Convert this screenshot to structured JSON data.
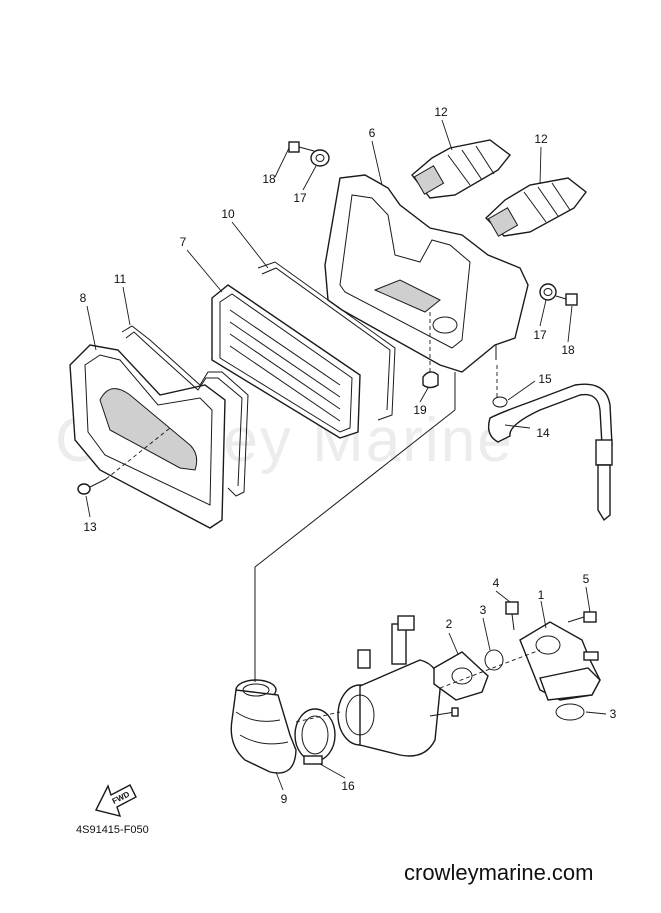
{
  "watermark": "Crowley Marine",
  "diagram_code": "4S91415-F050",
  "footer_url": "crowleymarine.com",
  "fwd_label": "FWD",
  "callouts": {
    "c1": "1",
    "c2": "2",
    "c3a": "3",
    "c3b": "3",
    "c4": "4",
    "c5": "5",
    "c6": "6",
    "c7": "7",
    "c8": "8",
    "c9": "9",
    "c10": "10",
    "c11": "11",
    "c12a": "12",
    "c12b": "12",
    "c13": "13",
    "c14": "14",
    "c15": "15",
    "c16": "16",
    "c17a": "17",
    "c17b": "17",
    "c18a": "18",
    "c18b": "18",
    "c19": "19"
  }
}
